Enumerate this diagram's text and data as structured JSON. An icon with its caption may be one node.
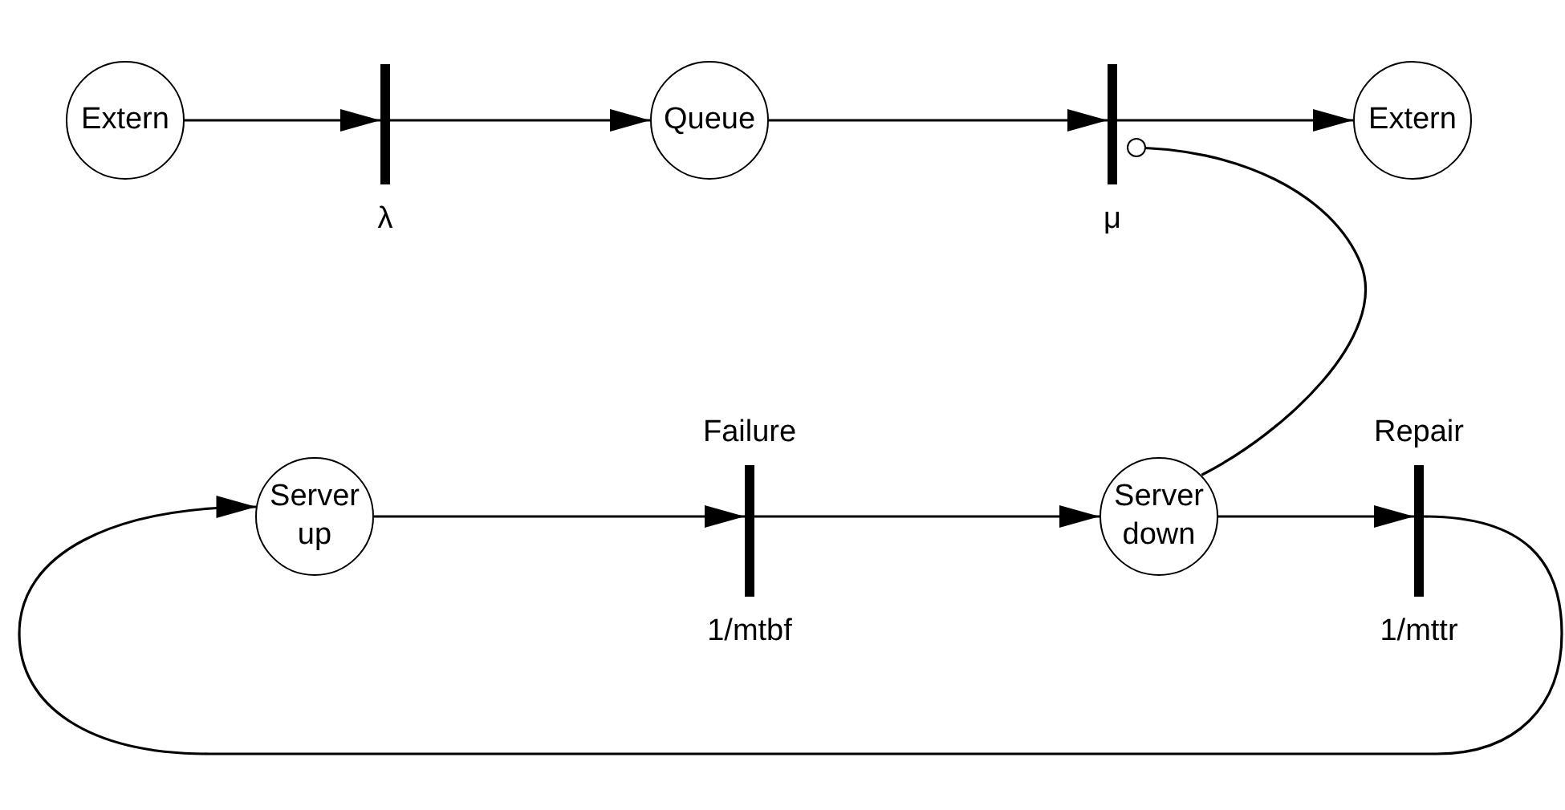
{
  "diagram": {
    "nodes": [
      {
        "text": [
          "Extern"
        ]
      },
      {
        "text": [],
        "shape": "bar",
        "beside": [
          "λ"
        ]
      },
      {
        "text": [
          "Queue"
        ]
      },
      {
        "text": [],
        "shape": "bar",
        "beside": [
          "μ"
        ]
      },
      {
        "text": [
          "Extern"
        ]
      },
      {
        "text": [
          "Server up"
        ]
      },
      {
        "text": [],
        "shape": "bar",
        "beside": [
          "Failure",
          "1/mtbf"
        ]
      },
      {
        "text": [
          "Server down"
        ]
      },
      {
        "text": [],
        "shape": "bar",
        "beside": [
          "Repair",
          "1/mttr"
        ]
      }
    ],
    "edges": [
      {
        "from": 0,
        "to": 1,
        "arrow": "to"
      },
      {
        "from": 1,
        "to": 2,
        "arrow": "to"
      },
      {
        "from": 2,
        "to": 3,
        "arrow": "to"
      },
      {
        "from": 3,
        "to": 4,
        "arrow": "to"
      },
      {
        "from": 5,
        "to": 6,
        "arrow": "to"
      },
      {
        "from": 6,
        "to": 7,
        "arrow": "to"
      },
      {
        "from": 7,
        "to": 8,
        "arrow": "to"
      },
      {
        "from": 8,
        "to": 5,
        "arrow": "to"
      },
      {
        "from": 7,
        "to": 3,
        "arrow": "other"
      }
    ]
  }
}
